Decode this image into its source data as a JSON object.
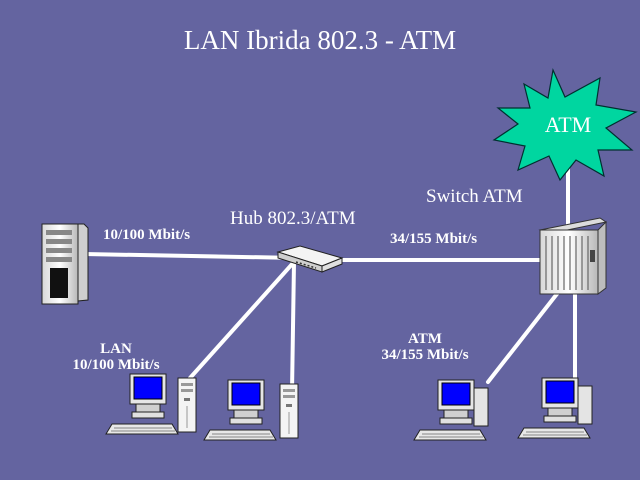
{
  "title": "LAN Ibrida 802.3 - ATM",
  "cloud": {
    "label": "ATM",
    "color": "#00d6a0"
  },
  "hub": {
    "label": "Hub 802.3/ATM"
  },
  "switch": {
    "label": "Switch ATM"
  },
  "links": {
    "server_speed": "10/100 Mbit/s",
    "hub_switch_speed": "34/155 Mbit/s"
  },
  "lan_group": {
    "line1": "LAN",
    "line2": "10/100 Mbit/s"
  },
  "atm_group": {
    "line1": "ATM",
    "line2": "34/155 Mbit/s"
  },
  "colors": {
    "background": "#6464a0",
    "line": "#ffffff",
    "screen": "#0000ff"
  },
  "icons": [
    "server-tower-icon",
    "hub-icon",
    "atm-switch-icon",
    "atm-cloud-icon",
    "desktop-computer-icon"
  ]
}
